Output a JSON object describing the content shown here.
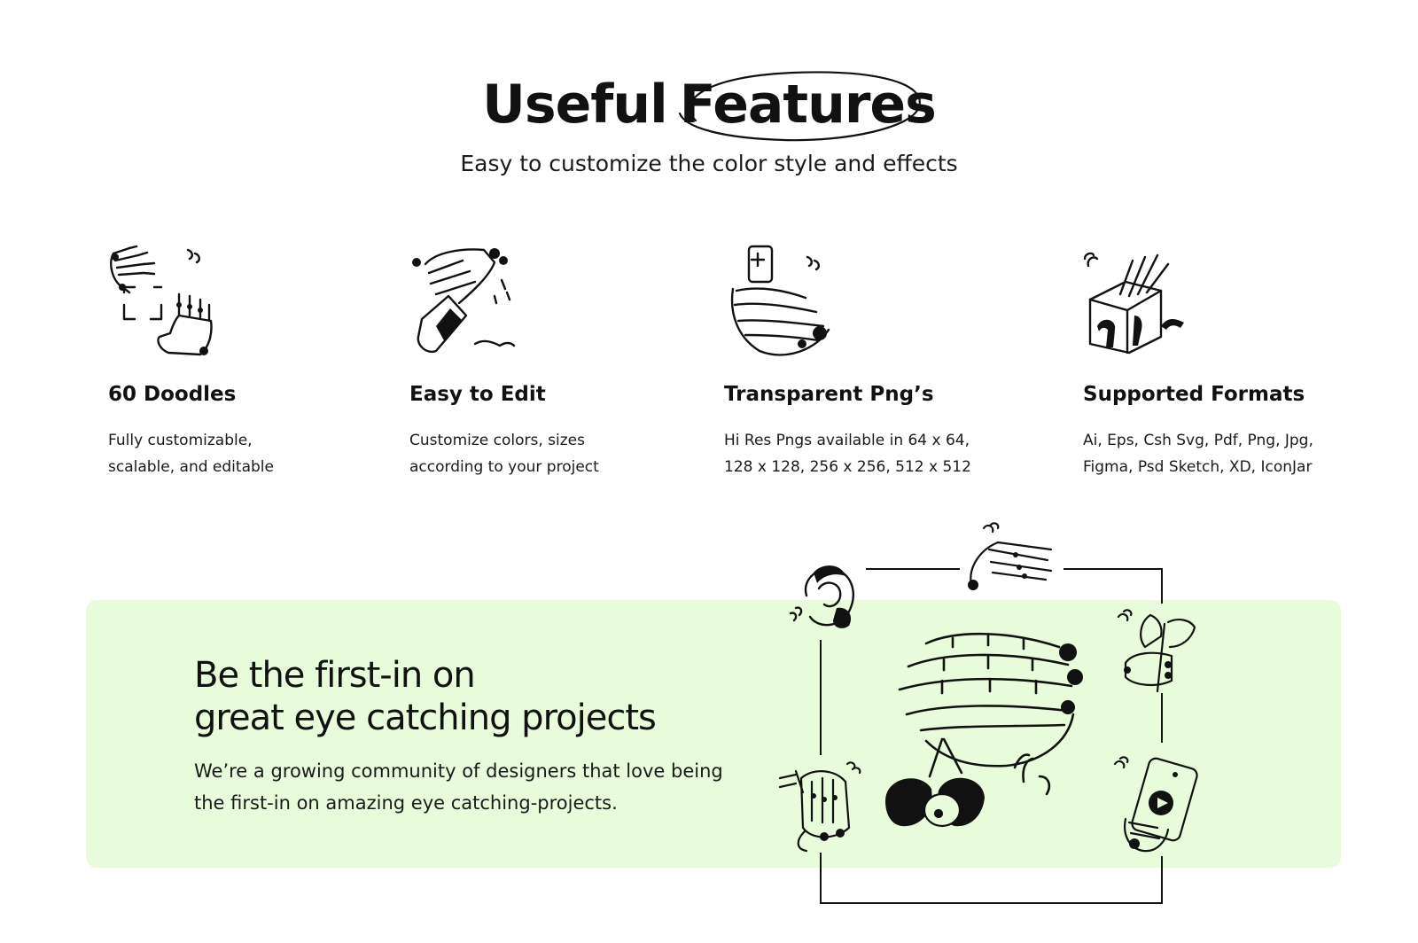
{
  "header": {
    "title_main": "Useful",
    "title_accent": "Features",
    "subtitle": "Easy to customize the color style and effects"
  },
  "features": [
    {
      "icon": "skeleton-hands-frame-icon",
      "title": "60 Doodles",
      "desc_line1": "Fully customizable,",
      "desc_line2": "scalable, and editable"
    },
    {
      "icon": "skeleton-hand-paint-bucket-icon",
      "title": "Easy to Edit",
      "desc_line1": "Customize colors, sizes",
      "desc_line2": "according to your project"
    },
    {
      "icon": "skeleton-hand-potion-bottle-icon",
      "title": "Transparent Png’s",
      "desc_line1": "Hi Res Pngs available in 64 x 64,",
      "desc_line2": "128 x 128, 256 x 256, 512 x 512"
    },
    {
      "icon": "skeleton-hand-box-icon",
      "title": "Supported Formats",
      "desc_line1": "Ai, Eps, Csh Svg, Pdf, Png, Jpg,",
      "desc_line2": "Figma, Psd Sketch, XD, IconJar"
    }
  ],
  "banner": {
    "heading_line1": "Be the first-in on",
    "heading_line2": "great eye catching projects",
    "text_line1": "We’re a growing community of designers that love being",
    "text_line2": "the first-in on amazing eye catching-projects.",
    "background_color": "#e8fcdc"
  },
  "illustrations": [
    "skeleton-hand-cherries-icon",
    "rose-icon",
    "skeleton-hand-pointing-icon",
    "skeleton-hand-axe-icon",
    "skeleton-hand-plug-icon",
    "skeleton-hand-phone-icon"
  ]
}
